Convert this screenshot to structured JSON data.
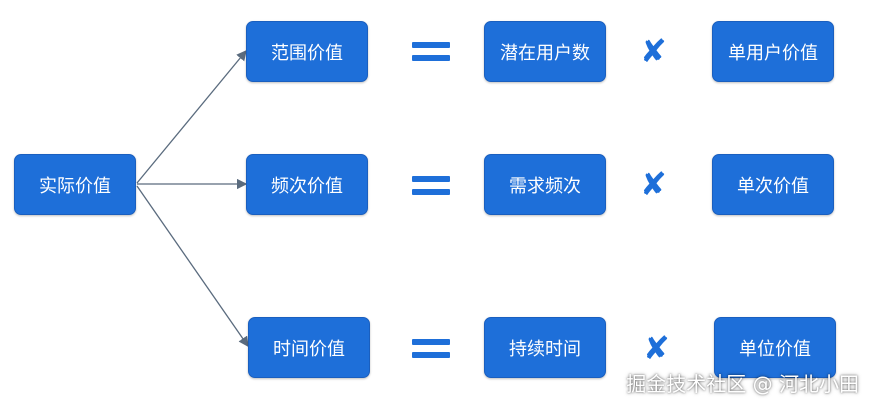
{
  "root": {
    "label": "实际价值"
  },
  "rows": [
    {
      "left": "范围价值",
      "mid": "潜在用户数",
      "right": "单用户价值"
    },
    {
      "left": "频次价值",
      "mid": "需求频次",
      "right": "单次价值"
    },
    {
      "left": "时间价值",
      "mid": "持续时间",
      "right": "单位价值"
    }
  ],
  "operators": {
    "equals": "=",
    "times": "✘"
  },
  "colors": {
    "box": "#1e6fd9",
    "line": "#5a6b7e"
  },
  "watermark": "掘金技术社区 @ 河北小田"
}
